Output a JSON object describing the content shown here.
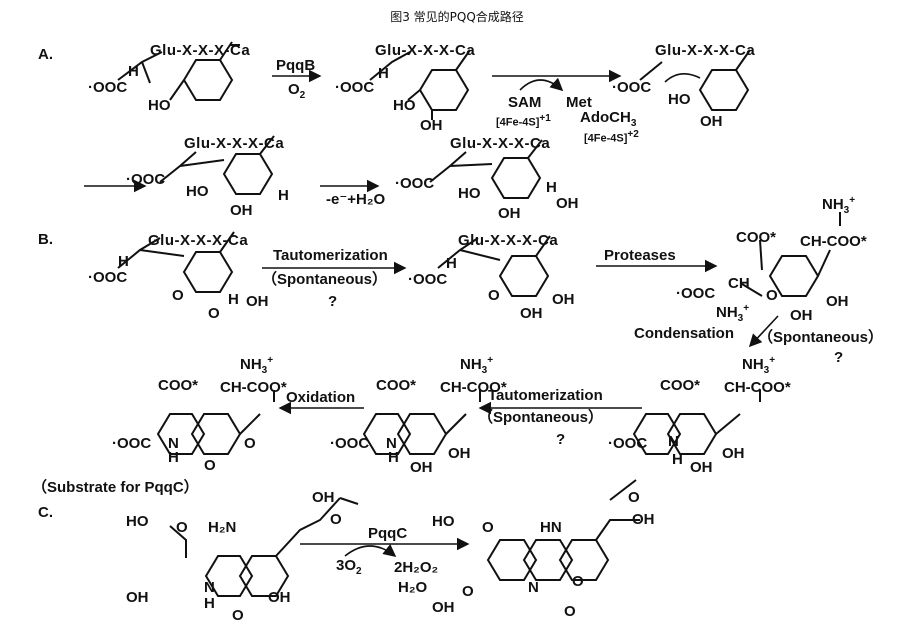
{
  "caption": "图3 常见的PQQ合成路径",
  "sections": {
    "a": "A.",
    "b": "B.",
    "c": "C."
  },
  "chain": {
    "glu": "Glu",
    "rest": "-X-X-X-Ca"
  },
  "groups": {
    "ooc": "·OOC",
    "h": "H",
    "ho": "HO",
    "oh": "OH",
    "o": "O",
    "n": "N",
    "nh3": "NH",
    "coo_star": "COO*",
    "ch_coo_star": "CH-COO*",
    "ch": "CH",
    "nh3_plus": "+",
    "hn": "HN",
    "h2n": "H₂N",
    "cooh_ho": "HO",
    "oh_acid": "OH"
  },
  "reagents": {
    "pqqb": "PqqB",
    "o2": "O",
    "sam": "SAM",
    "met": "Met",
    "fes1": "[4Fe-4S]",
    "fes1_sup": "+1",
    "adoch3": "AdoCH",
    "fes2": "[4Fe-4S]",
    "fes2_sup": "+2",
    "minus_e_h2o": "-e⁻+H₂O",
    "tautomerization": "Tautomerization",
    "spontaneous": "（Spontaneous）",
    "question": "?",
    "proteases": "Proteases",
    "condensation": "Condensation",
    "oxidation": "Oxidation",
    "substrate_pqqc": "（Substrate for PqqC）",
    "pqqc": "PqqC",
    "three_o2": "3O",
    "two_h2o2": "2H₂O₂",
    "h2o": "H₂O"
  }
}
